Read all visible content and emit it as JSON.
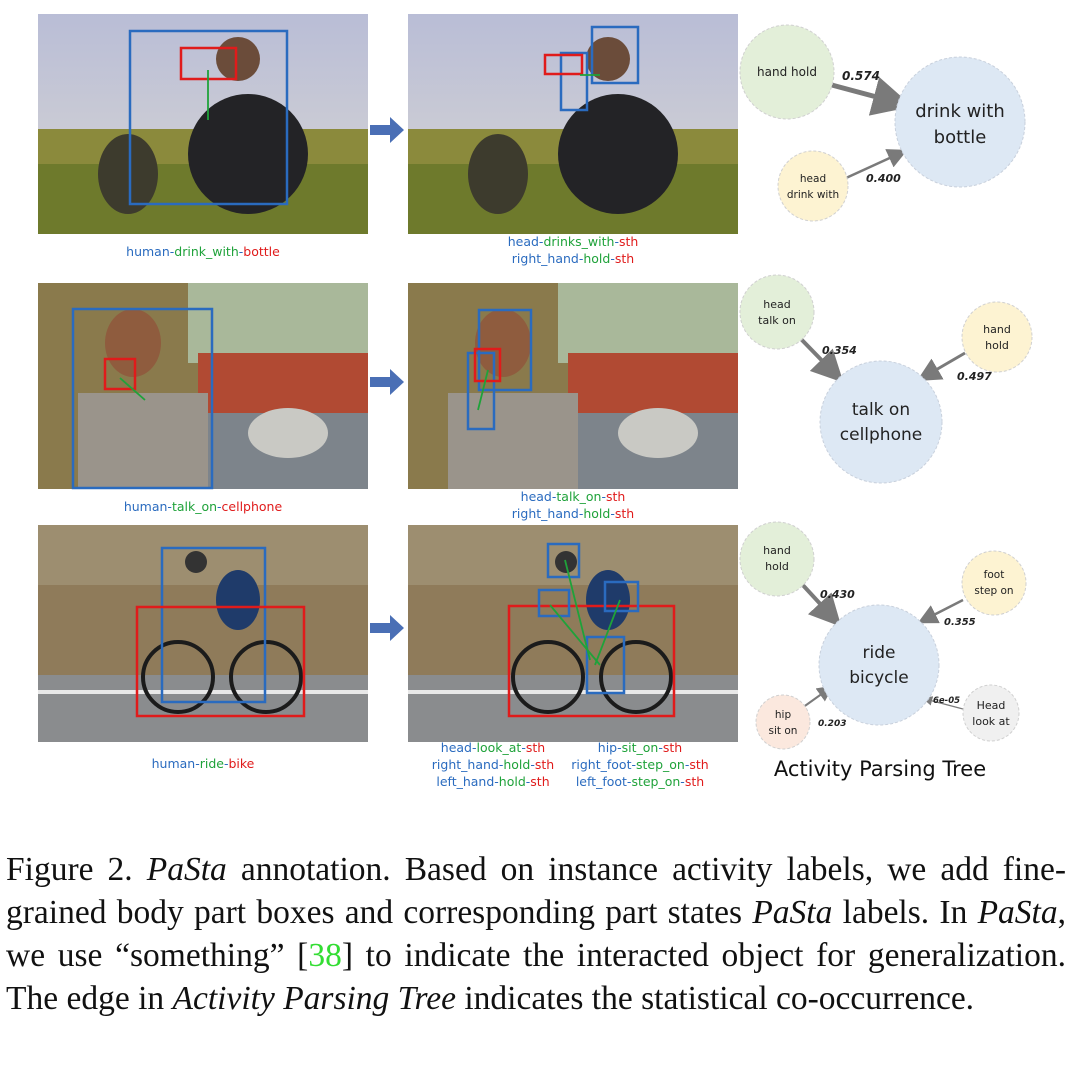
{
  "rows": [
    {
      "left_caption": [
        [
          {
            "t": "human",
            "c": "b"
          },
          {
            "t": "-",
            "c": "b"
          },
          {
            "t": "drink_with",
            "c": "g"
          },
          {
            "t": "-",
            "c": "b"
          },
          {
            "t": "bottle",
            "c": "r"
          }
        ]
      ],
      "right_caption": [
        [
          {
            "t": "head",
            "c": "b"
          },
          {
            "t": "-",
            "c": "b"
          },
          {
            "t": "drinks_with",
            "c": "g"
          },
          {
            "t": "-",
            "c": "b"
          },
          {
            "t": "sth",
            "c": "r"
          }
        ],
        [
          {
            "t": "right_hand",
            "c": "b"
          },
          {
            "t": "-",
            "c": "b"
          },
          {
            "t": "hold",
            "c": "g"
          },
          {
            "t": "-",
            "c": "b"
          },
          {
            "t": "sth",
            "c": "r"
          }
        ]
      ],
      "tree": {
        "result": "drink with bottle",
        "parts": [
          {
            "label": "hand hold",
            "weight": "0.574",
            "color": "green"
          },
          {
            "label": "head drink with",
            "weight": "0.400",
            "color": "yellow"
          }
        ]
      }
    },
    {
      "left_caption": [
        [
          {
            "t": "human",
            "c": "b"
          },
          {
            "t": "-",
            "c": "b"
          },
          {
            "t": "talk_on",
            "c": "g"
          },
          {
            "t": "-",
            "c": "b"
          },
          {
            "t": "cellphone",
            "c": "r"
          }
        ]
      ],
      "right_caption": [
        [
          {
            "t": "head",
            "c": "b"
          },
          {
            "t": "-",
            "c": "b"
          },
          {
            "t": "talk_on",
            "c": "g"
          },
          {
            "t": "-",
            "c": "b"
          },
          {
            "t": "sth",
            "c": "r"
          }
        ],
        [
          {
            "t": "right_hand",
            "c": "b"
          },
          {
            "t": "-",
            "c": "b"
          },
          {
            "t": "hold",
            "c": "g"
          },
          {
            "t": "-",
            "c": "b"
          },
          {
            "t": "sth",
            "c": "r"
          }
        ]
      ],
      "tree": {
        "result": "talk on cellphone",
        "parts": [
          {
            "label": "head talk on",
            "weight": "0.354",
            "color": "green"
          },
          {
            "label": "hand hold",
            "weight": "0.497",
            "color": "yellow"
          }
        ]
      }
    },
    {
      "left_caption": [
        [
          {
            "t": "human",
            "c": "b"
          },
          {
            "t": "-",
            "c": "b"
          },
          {
            "t": "ride",
            "c": "g"
          },
          {
            "t": "-",
            "c": "b"
          },
          {
            "t": "bike",
            "c": "r"
          }
        ]
      ],
      "right_caption_cols": [
        [
          [
            {
              "t": "head",
              "c": "b"
            },
            {
              "t": "-",
              "c": "b"
            },
            {
              "t": "look_at",
              "c": "g"
            },
            {
              "t": "-",
              "c": "b"
            },
            {
              "t": "sth",
              "c": "r"
            }
          ],
          [
            {
              "t": "right_hand",
              "c": "b"
            },
            {
              "t": "-",
              "c": "b"
            },
            {
              "t": "hold",
              "c": "g"
            },
            {
              "t": "-",
              "c": "b"
            },
            {
              "t": "sth",
              "c": "r"
            }
          ],
          [
            {
              "t": "left_hand",
              "c": "b"
            },
            {
              "t": "-",
              "c": "b"
            },
            {
              "t": "hold",
              "c": "g"
            },
            {
              "t": "-",
              "c": "b"
            },
            {
              "t": "sth",
              "c": "r"
            }
          ]
        ],
        [
          [
            {
              "t": "hip",
              "c": "b"
            },
            {
              "t": "-",
              "c": "b"
            },
            {
              "t": "sit_on",
              "c": "g"
            },
            {
              "t": "-",
              "c": "b"
            },
            {
              "t": "sth",
              "c": "r"
            }
          ],
          [
            {
              "t": "right_foot",
              "c": "b"
            },
            {
              "t": "-",
              "c": "b"
            },
            {
              "t": "step_on",
              "c": "g"
            },
            {
              "t": "-",
              "c": "b"
            },
            {
              "t": "sth",
              "c": "r"
            }
          ],
          [
            {
              "t": "left_foot",
              "c": "b"
            },
            {
              "t": "-",
              "c": "b"
            },
            {
              "t": "step_on",
              "c": "g"
            },
            {
              "t": "-",
              "c": "b"
            },
            {
              "t": "sth",
              "c": "r"
            }
          ]
        ]
      ],
      "tree": {
        "result": "ride bicycle",
        "parts": [
          {
            "label": "hand hold",
            "weight": "0.430",
            "color": "green"
          },
          {
            "label": "foot step on",
            "weight": "0.355",
            "color": "yellow"
          },
          {
            "label": "Head look at",
            "weight": "6e-05",
            "color": "gray"
          },
          {
            "label": "hip sit on",
            "weight": "0.203",
            "color": "peach"
          }
        ]
      }
    }
  ],
  "tree_title": "Activity Parsing Tree",
  "colors": {
    "blue": "#2a6bbf",
    "green": "#1fa23a",
    "red": "#e01b1b",
    "arrow": "#4a6fb5"
  },
  "caption": {
    "label": "Figure 2.",
    "part1_italic": "PaSta",
    "part2": " annotation. Based on instance activity labels, we add fine-grained body part boxes and corresponding part states ",
    "part3_italic": "PaSta",
    "part4": " labels. In ",
    "part5_italic": "PaSta",
    "part6": ", we use “something” [",
    "cite": "38",
    "part7": "] to indicate the interacted object for generalization. The edge in ",
    "part8_italic": "Activity Parsing Tree",
    "part9": " indicates the statistical co-occurrence."
  }
}
